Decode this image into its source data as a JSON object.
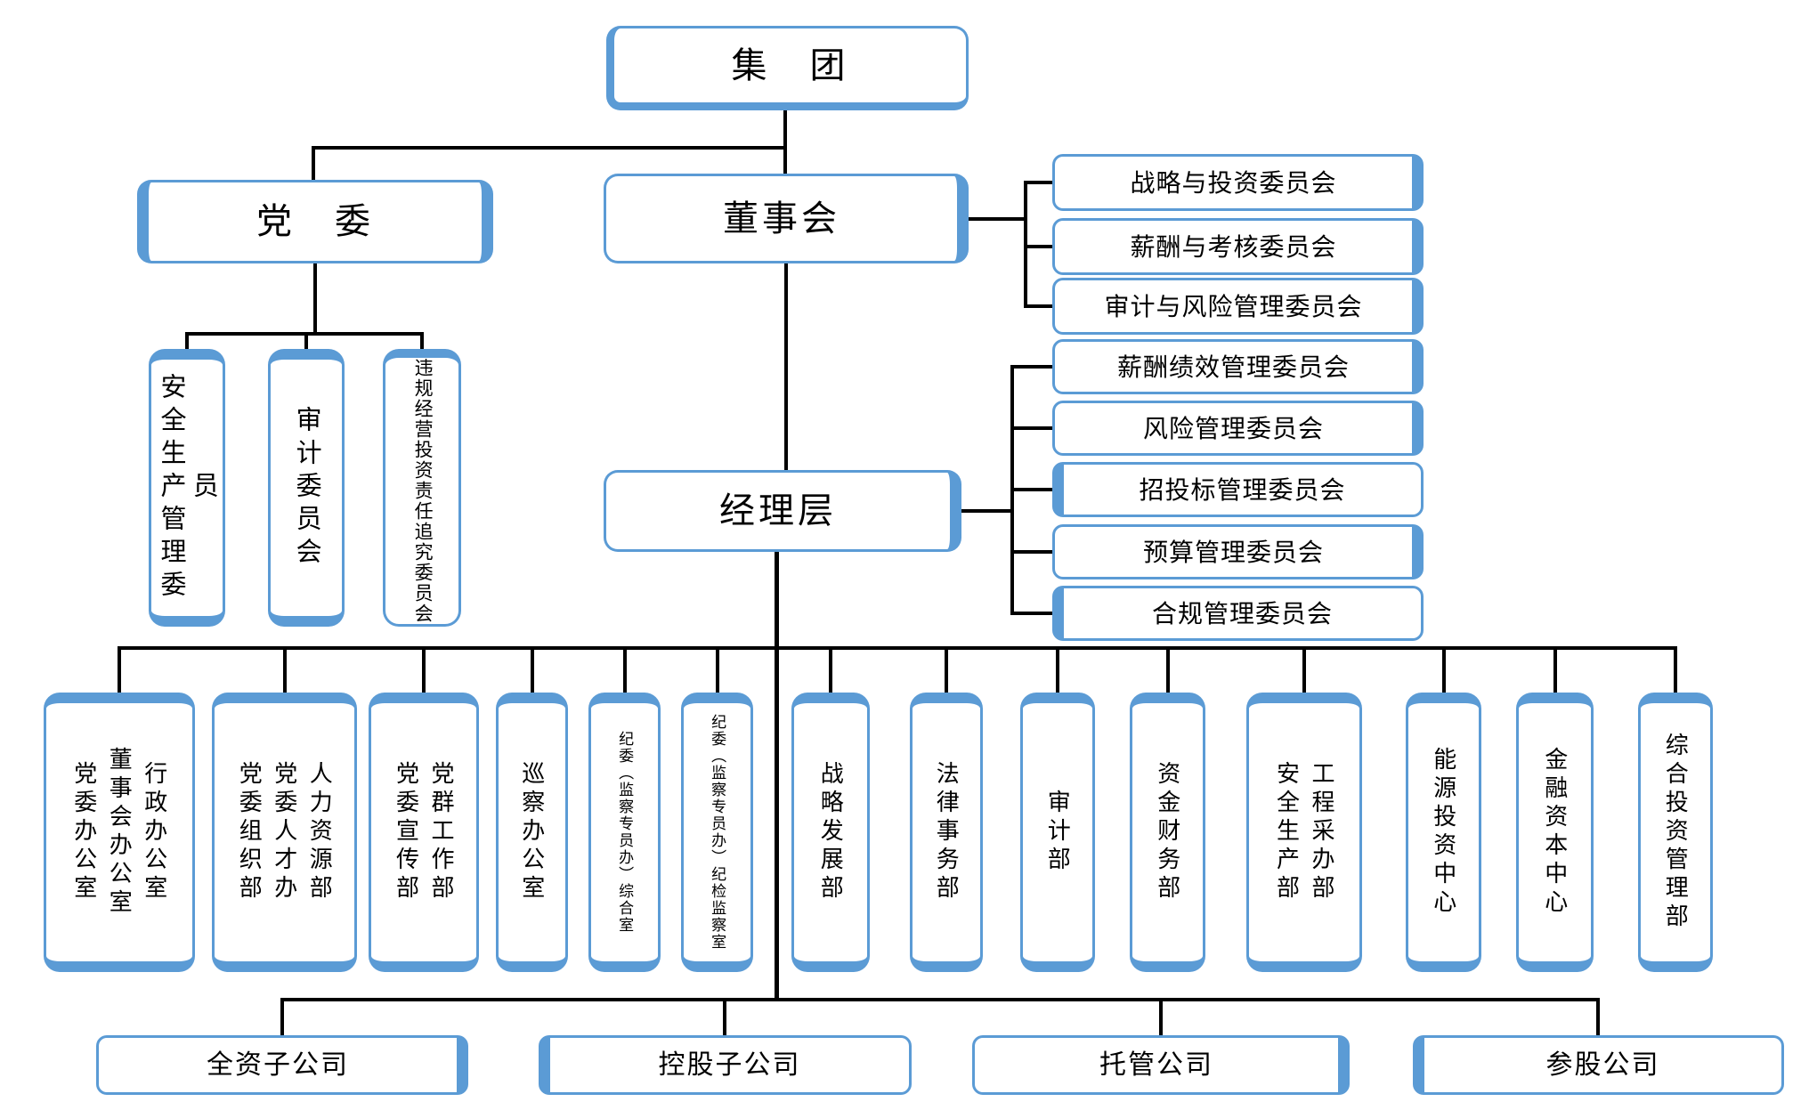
{
  "colors": {
    "accent": "#5B9BD5",
    "connector": "#000000",
    "box_fill": "#FFFFFF"
  },
  "root": {
    "label": "集　团"
  },
  "level1": {
    "party_committee": "党　委",
    "board": "董事会",
    "management": "经理层"
  },
  "board_committees": [
    "战略与投资委员会",
    "薪酬与考核委员会",
    "审计与风险管理委员会"
  ],
  "management_committees": [
    "薪酬绩效管理委员会",
    "风险管理委员会",
    "招投标管理委员会",
    "预算管理委员会",
    "合规管理委员会"
  ],
  "party_sub_committees": [
    "安全生产管理委员",
    "审计委员会",
    "违规经营投资责任追究委员会"
  ],
  "departments": [
    [
      "党委办公室",
      "董事会办公室",
      "行政办公室"
    ],
    [
      "党委组织部",
      "党委人才办",
      "人力资源部"
    ],
    [
      "党委宣传部",
      "党群工作部"
    ],
    [
      "巡察办公室"
    ],
    [
      "纪委（监察专员办）综合室"
    ],
    [
      "纪委（监察专员办）纪检监察室"
    ],
    [
      "战略发展部"
    ],
    [
      "法律事务部"
    ],
    [
      "审计部"
    ],
    [
      "资金财务部"
    ],
    [
      "安全生产部",
      "工程采办部"
    ],
    [
      "能源投资中心"
    ],
    [
      "金融资本中心"
    ],
    [
      "综合投资管理部"
    ]
  ],
  "subsidiaries": [
    "全资子公司",
    "控股子公司",
    "托管公司",
    "参股公司"
  ]
}
